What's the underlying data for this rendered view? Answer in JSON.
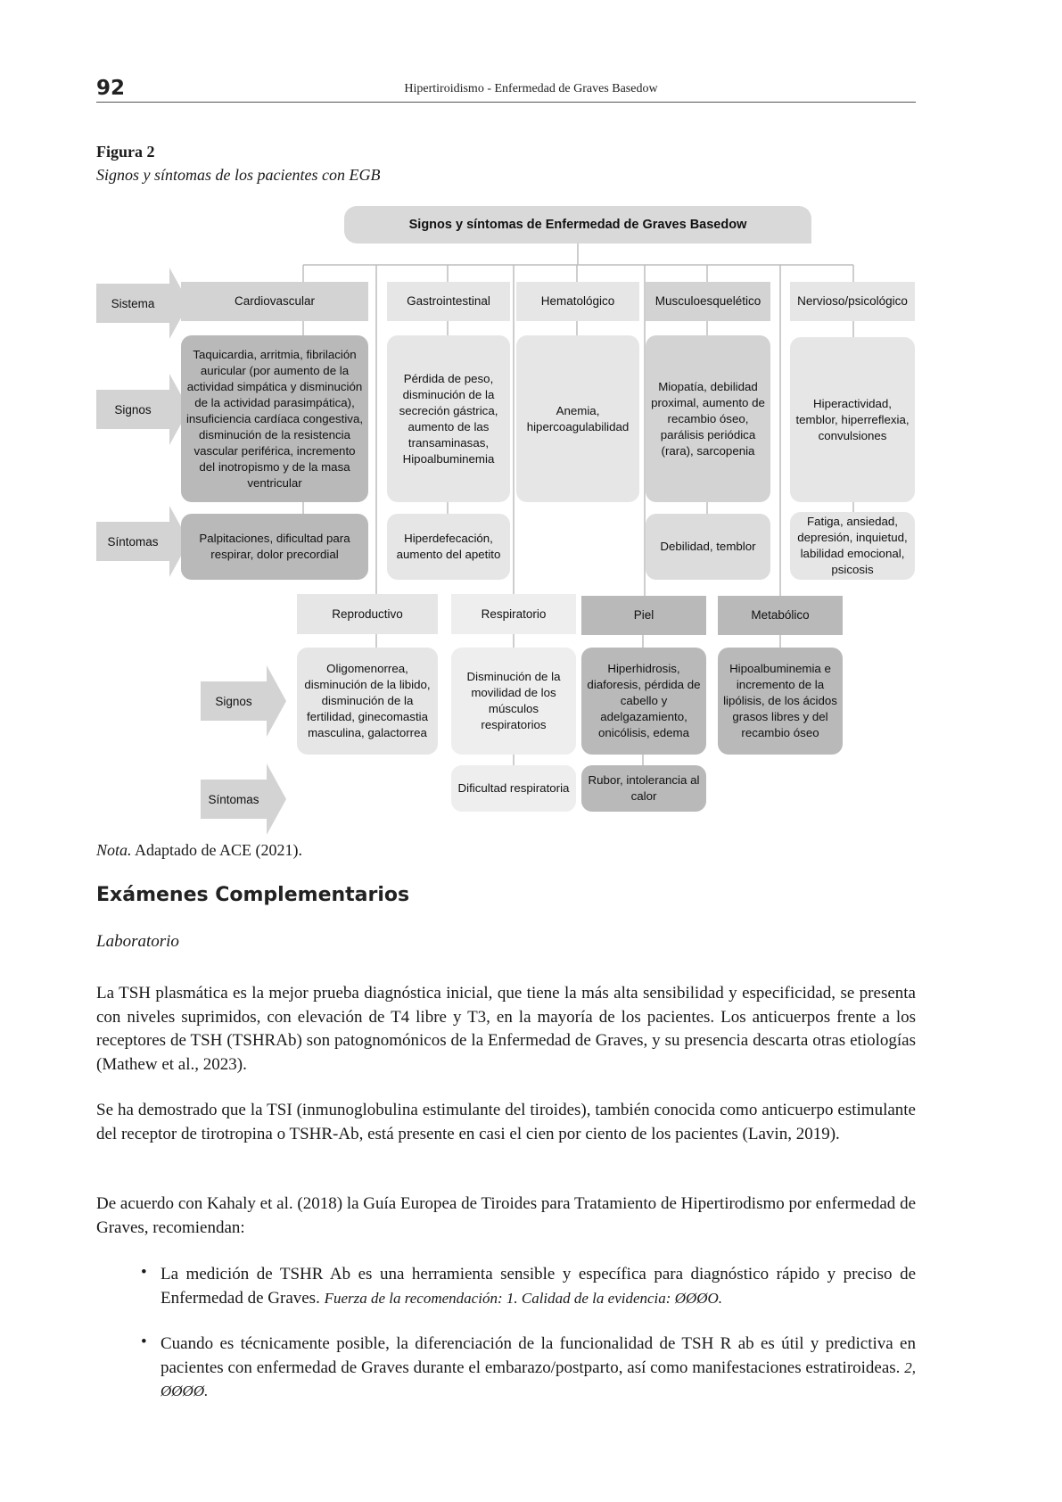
{
  "header": {
    "page_number": "92",
    "running_title": "Hipertiroidismo - Enfermedad de Graves Basedow"
  },
  "figure": {
    "label": "Figura 2",
    "caption": "Signos y síntomas de los pacientes con EGB",
    "diagram": {
      "title": "Signos y síntomas de Enfermedad de Graves Basedow",
      "row_labels": {
        "sistema": "Sistema",
        "signos": "Signos",
        "sintomas": "Síntomas"
      },
      "systems": [
        {
          "name": "Cardiovascular",
          "signos": "Taquicardia, arritmia, fibrilación auricular (por aumento de la actividad simpática y disminución de la actividad parasimpática), insuficiencia cardíaca congestiva, disminución de la resistencia vascular periférica, incremento del inotropismo y de la masa ventricular",
          "sintomas": "Palpitaciones, dificultad para respirar, dolor precordial"
        },
        {
          "name": "Gastrointestinal",
          "signos": "Pérdida de peso, disminución de la secreción gástrica, aumento de las transaminasas, Hipoalbuminemia",
          "sintomas": "Hiperdefecación, aumento del apetito"
        },
        {
          "name": "Hematológico",
          "signos": "Anemia, hipercoagulabilidad",
          "sintomas": ""
        },
        {
          "name": "Musculoesquelético",
          "signos": "Miopatía, debilidad proximal, aumento de recambio óseo, parálisis periódica (rara), sarcopenia",
          "sintomas": "Debilidad, temblor"
        },
        {
          "name": "Nervioso/psicológico",
          "signos": "Hiperactividad, temblor, hiperreflexia, convulsiones",
          "sintomas": "Fatiga, ansiedad, depresión, inquietud, labilidad emocional, psicosis"
        },
        {
          "name": "Reproductivo",
          "signos": "Oligomenorrea, disminución de la libido, disminución de la fertilidad, ginecomastia masculina, galactorrea",
          "sintomas": ""
        },
        {
          "name": "Respiratorio",
          "signos": "Disminución de la movilidad de los músculos respiratorios",
          "sintomas": "Dificultad respiratoria"
        },
        {
          "name": "Piel",
          "signos": "Hiperhidrosis, diaforesis, pérdida de cabello y adelgazamiento, onicólisis, edema",
          "sintomas": "Rubor, intolerancia al calor"
        },
        {
          "name": "Metabólico",
          "signos": "Hipoalbuminemia e incremento de la lipólisis, de los ácidos grasos libres y del recambio óseo",
          "sintomas": ""
        }
      ]
    },
    "note_prefix": "Nota.",
    "note_text": " Adaptado de ACE (2021)."
  },
  "section": {
    "heading": "Exámenes Complementarios",
    "subheading": "Laboratorio",
    "paragraphs": [
      "La TSH plasmática es la mejor prueba diagnóstica inicial, que tiene la más alta sensibilidad y especificidad, se presenta con niveles suprimidos, con elevación de T4 libre y T3, en la mayoría de los pacientes. Los anticuerpos frente a los receptores de TSH (TSHRAb) son patognomónicos de la Enfermedad de Graves, y su presencia descarta otras etiologías (Mathew et al., 2023).",
      "Se ha demostrado que la TSI (inmunoglobulina estimulante del tiroides), también conocida como anticuerpo estimulante del receptor de tirotropina o TSHR-Ab, está presente en casi el cien por ciento de los pacientes (Lavin, 2019).",
      "De acuerdo con Kahaly et al. (2018) la Guía Europea de Tiroides para Tratamiento de Hipertirodismo por enfermedad de Graves, recomiendan:"
    ],
    "bullets": [
      {
        "marker": "•",
        "text": "La medición de TSHR Ab es una herramienta sensible y específica para diagnóstico rápido y preciso de Enfermedad de Graves. ",
        "note": "Fuerza de la recomendación: 1.  Calidad de la evidencia: ØØØO."
      },
      {
        "marker": "•",
        "text": "Cuando es técnicamente posible, la diferenciación de la funcionalidad de TSH R ab es útil y predictiva en pacientes con enfermedad de Graves durante el embarazo/postparto, así como manifestaciones estratiroideas. ",
        "note": "2, ØØØØ."
      }
    ]
  }
}
